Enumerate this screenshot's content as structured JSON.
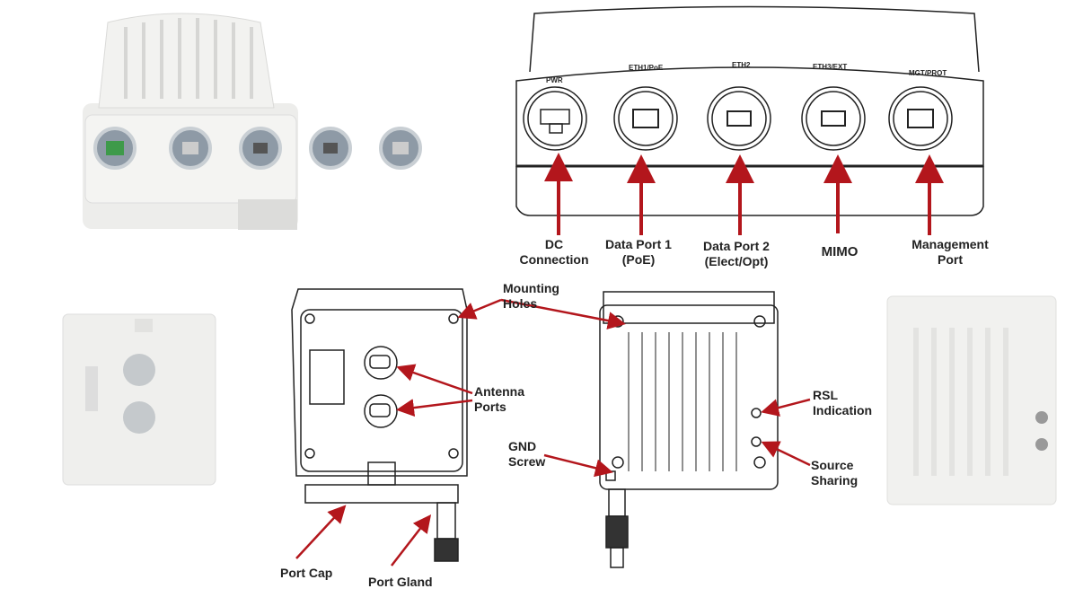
{
  "top_panel": {
    "port_tags": [
      "PWR",
      "ETH1/PoE",
      "ETH2",
      "ETH3/EXT",
      "MGT/PROT"
    ],
    "callouts": [
      {
        "line1": "DC",
        "line2": "Connection"
      },
      {
        "line1": "Data Port 1",
        "line2": "(PoE)"
      },
      {
        "line1": "Data Port 2",
        "line2": "(Elect/Opt)"
      },
      {
        "line1": "MIMO",
        "line2": ""
      },
      {
        "line1": "Management",
        "line2": "Port"
      }
    ]
  },
  "bottom_panel": {
    "mounting_holes": {
      "line1": "Mounting",
      "line2": "Holes"
    },
    "antenna_ports": {
      "line1": "Antenna",
      "line2": "Ports"
    },
    "gnd_screw": {
      "line1": "GND",
      "line2": "Screw"
    },
    "port_cap": "Port Cap",
    "port_gland": "Port Gland",
    "rsl_indication": {
      "line1": "RSL",
      "line2": "Indication"
    },
    "source_sharing": {
      "line1": "Source",
      "line2": "Sharing"
    }
  },
  "colors": {
    "arrow": "#b3161c",
    "text": "#222222",
    "device": "#ebebe9",
    "connector_green": "#3e9a4a"
  }
}
